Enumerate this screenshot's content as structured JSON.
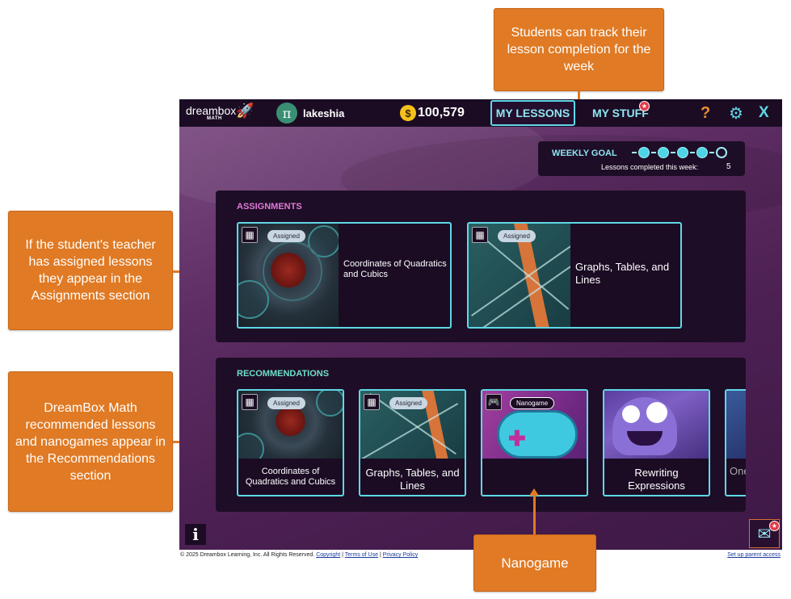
{
  "callouts": {
    "weekly": "Students can track their lesson completion for the week",
    "assignments": "If the student's teacher has assigned lessons they appear in the Assignments section",
    "recommendations": "DreamBox Math recommended lessons and nanogames appear in the Recommendations section",
    "nanogame": "Nanogame"
  },
  "header": {
    "logo": "dreambox",
    "logo_sub": "MATH",
    "avatar_symbol": "π",
    "username": "lakeshia",
    "coin_symbol": "$",
    "coins": "100,579",
    "tab_lessons": "MY LESSONS",
    "tab_stuff": "MY STUFF",
    "stuff_badge": "★",
    "help": "?",
    "settings_icon": "⚙",
    "close": "X"
  },
  "weekly_goal": {
    "title": "WEEKLY GOAL",
    "label": "Lessons completed this week:",
    "count": "5",
    "completed_fraction": 0.8
  },
  "assignments": {
    "title": "ASSIGNMENTS",
    "title_color": "#e07ad8",
    "cards": [
      {
        "badge": "Assigned",
        "title": "Coordinates of Quadratics and Cubics"
      },
      {
        "badge": "Assigned",
        "title": "Graphs, Tables, and Lines"
      }
    ]
  },
  "recommendations": {
    "title": "RECOMMENDATIONS",
    "title_color": "#6fe0c8",
    "cards": [
      {
        "badge": "Assigned",
        "title": "Coordinates of Quadratics and Cubics"
      },
      {
        "badge": "Assigned",
        "title": "Graphs, Tables, and Lines"
      },
      {
        "badge": "Nanogame",
        "title": ""
      },
      {
        "badge": "",
        "title": "Rewriting Expressions"
      },
      {
        "badge": "",
        "title": "One"
      }
    ]
  },
  "footer": {
    "copyright": "© 2025 Dreambox Learning, Inc. All Rights Reserved.",
    "copyright_link": "Copyright",
    "terms": "Terms of Use",
    "privacy": "Privacy Policy",
    "parent": "Set up parent access",
    "info": "i",
    "mail_icon": "✉",
    "mail_badge": "★"
  },
  "colors": {
    "callout": "#e07a24",
    "accent": "#5fd8e6",
    "topbar": "#1b0c24",
    "background": "#5a2a5f"
  }
}
